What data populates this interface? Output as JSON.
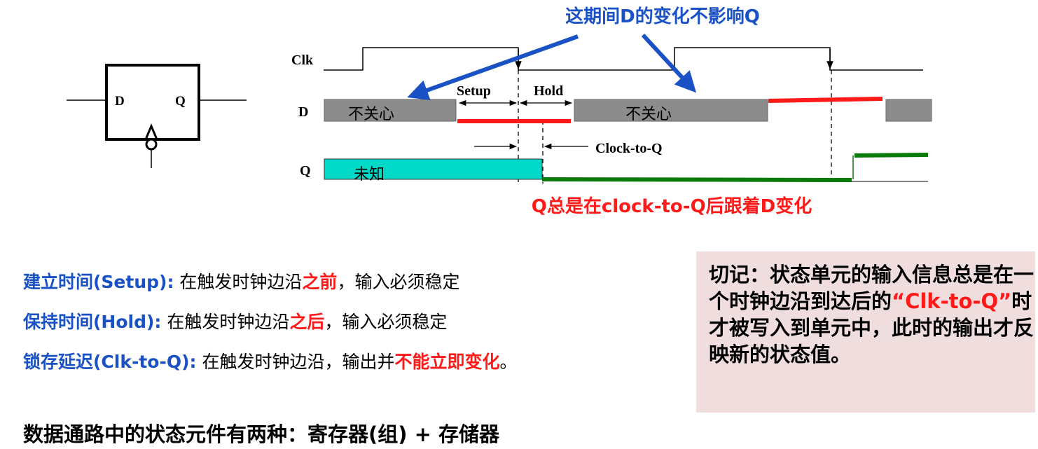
{
  "flipflop": {
    "d_label": "D",
    "q_label": "Q"
  },
  "timing": {
    "clk_label": "Clk",
    "d_label": "D",
    "q_label": "Q",
    "dont_care_1": "不关心",
    "dont_care_2": "不关心",
    "unknown": "未知",
    "setup": "Setup",
    "hold": "Hold",
    "clock_to_q": "Clock-to-Q"
  },
  "annotations": {
    "top": "这期间D的变化不影响Q",
    "bottom": "Q总是在clock-to-Q后跟着D变化"
  },
  "definitions": {
    "setup": {
      "term": "建立时间(Setup):",
      "text1": " 在触发时钟边沿",
      "highlight": "之前",
      "text2": "，输入必须稳定"
    },
    "hold": {
      "term": "保持时间(Hold):",
      "text1": " 在触发时钟边沿",
      "highlight": "之后",
      "text2": "，输入必须稳定"
    },
    "clk_to_q": {
      "term": "锁存延迟(Clk-to-Q):",
      "text1": " 在触发时钟边沿，输出并",
      "highlight": "不能立即变化",
      "text2": "。"
    }
  },
  "note": {
    "part1": "切记：状态单元的输入信息总是在一个时钟边沿到达后的",
    "highlight": "“Clk-to-Q”",
    "part2": "时才被写入到单元中，此时的输出才反映新的状态值。"
  },
  "summary": "数据通路中的状态元件有两种：寄存器(组) + 存储器",
  "colors": {
    "blue": "#1a52c5",
    "red": "#ff1a1a",
    "gray": "#8c8c8c",
    "teal": "#00d8c8",
    "green": "#0a7a0a",
    "note_bg": "#f0dede"
  }
}
